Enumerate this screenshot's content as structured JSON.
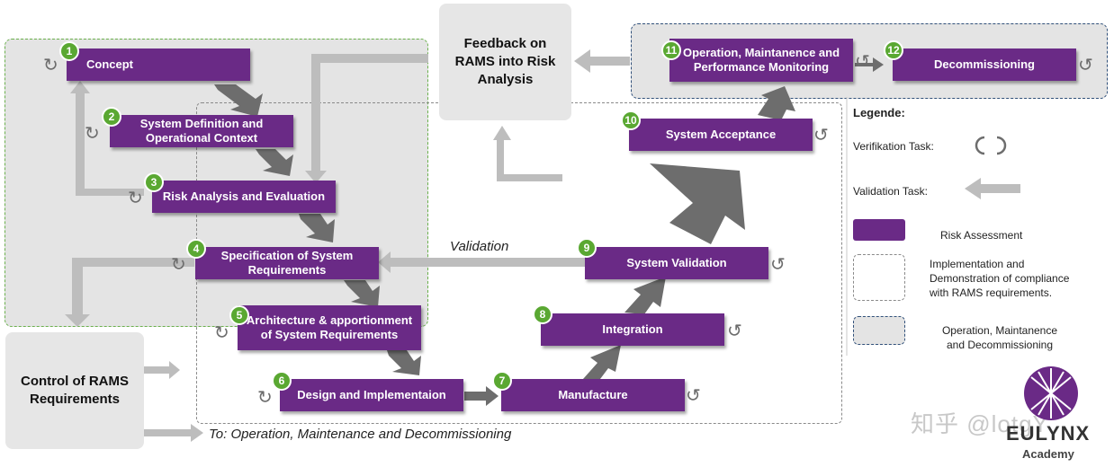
{
  "steps": [
    {
      "num": "1",
      "label": "Concept"
    },
    {
      "num": "2",
      "label": "System Definition and Operational Context"
    },
    {
      "num": "3",
      "label": "Risk Analysis and Evaluation"
    },
    {
      "num": "4",
      "label": "Specification of System Requirements"
    },
    {
      "num": "5",
      "label": "Architecture & apportionment of System Requirements"
    },
    {
      "num": "6",
      "label": "Design and Implementaion"
    },
    {
      "num": "7",
      "label": "Manufacture"
    },
    {
      "num": "8",
      "label": "Integration"
    },
    {
      "num": "9",
      "label": "System Validation"
    },
    {
      "num": "10",
      "label": "System Acceptance"
    },
    {
      "num": "11",
      "label": "Operation, Maintanence and Performance Monitoring"
    },
    {
      "num": "12",
      "label": "Decommissioning"
    }
  ],
  "feedback_box": "Feedback on RAMS into Risk Analysis",
  "control_box": "Control of RAMS Requirements",
  "validation_label": "Validation",
  "bottom_label": "To: Operation, Maintenance and Decommissioning",
  "legend": {
    "title": "Legende:",
    "verification": "Verifikation Task:",
    "validation": "Validation Task:",
    "risk": "Risk Assessment",
    "implementation": "Implementation and Demonstration of compliance with RAMS requirements.",
    "operation": "Operation, Maintanence and Decommissioning"
  },
  "watermark": "知乎 @lotgY",
  "logo": {
    "name": "EULYNX",
    "sub": "Academy"
  },
  "colors": {
    "step": "#6a2a86",
    "badge": "#5aa832",
    "arrow": "#bdbdbd",
    "flow": "#6d6d6d"
  }
}
